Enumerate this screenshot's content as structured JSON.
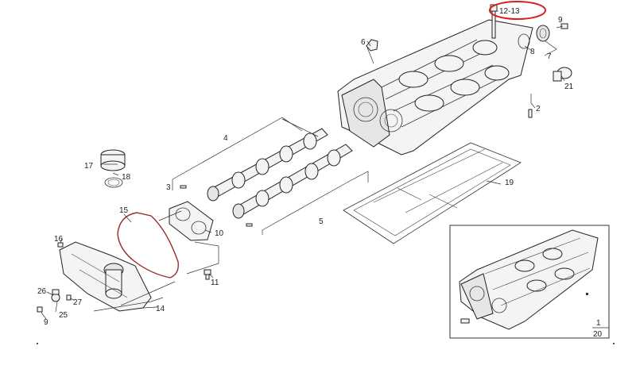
{
  "callouts": {
    "c1213": "12-13",
    "c9a": "9",
    "c6": "6",
    "c8": "8",
    "c7": "7",
    "c21": "21",
    "c2": "2",
    "c4": "4",
    "c3": "3",
    "c5": "5",
    "c17": "17",
    "c18": "18",
    "c15": "15",
    "c10": "10",
    "c11": "11",
    "c19": "19",
    "c16": "16",
    "c26": "26",
    "c27": "27",
    "c25": "25",
    "c9b": "9",
    "c14": "14"
  },
  "inset": {
    "page_num": "1",
    "page_total": "20"
  },
  "highlight_color": "#d81e1e"
}
